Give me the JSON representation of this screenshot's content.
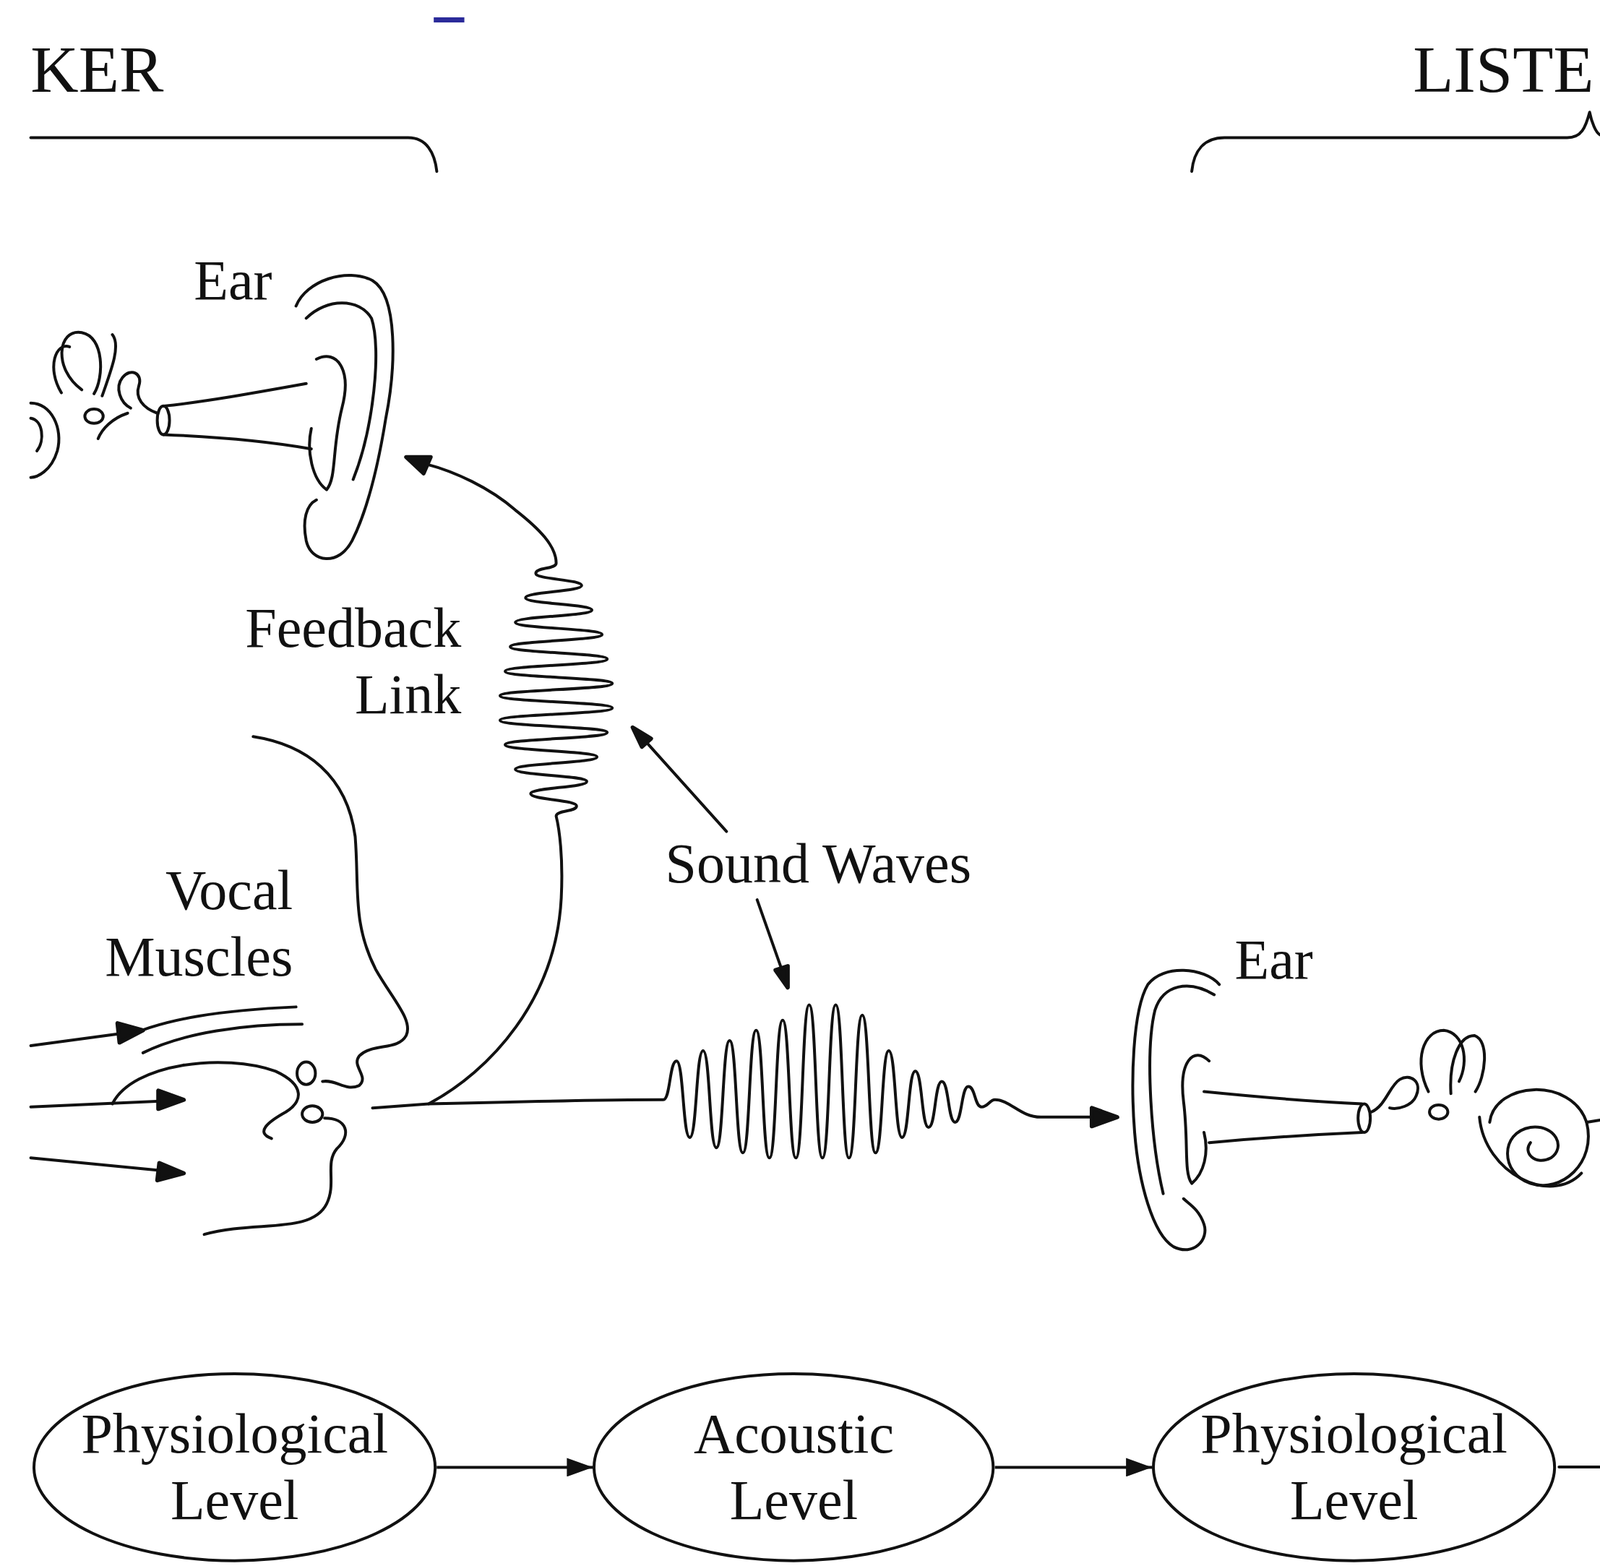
{
  "diagram": {
    "nodes": [
      {
        "text": [
          "Physiological Level"
        ]
      },
      {
        "text": [
          "Acoustic Level"
        ]
      },
      {
        "text": [
          "Physiological Level"
        ]
      }
    ],
    "edges": [
      {
        "from": 0,
        "to": 1,
        "arrow": "to"
      },
      {
        "from": 1,
        "to": 2,
        "arrow": "to"
      }
    ],
    "labels": [
      "KER",
      "LISTE",
      "Ear",
      "Feedback Link",
      "Vocal Muscles",
      "Sound Waves",
      "Ear"
    ]
  }
}
